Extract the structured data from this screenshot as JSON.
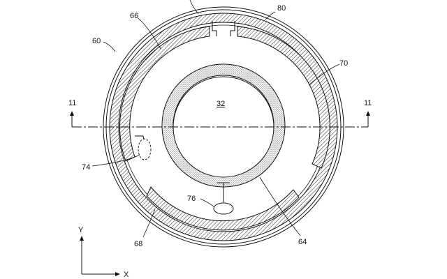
{
  "labels": {
    "center": "32",
    "outer_ring": "80",
    "lens_edge": "60",
    "segment_66": "66",
    "segment_70": "70",
    "segment_74": "74",
    "segment_76": "76",
    "segment_68": "68",
    "inner_ring": "64",
    "section_left": "11",
    "section_right": "11"
  },
  "axes": {
    "y": "Y",
    "x": "X"
  }
}
